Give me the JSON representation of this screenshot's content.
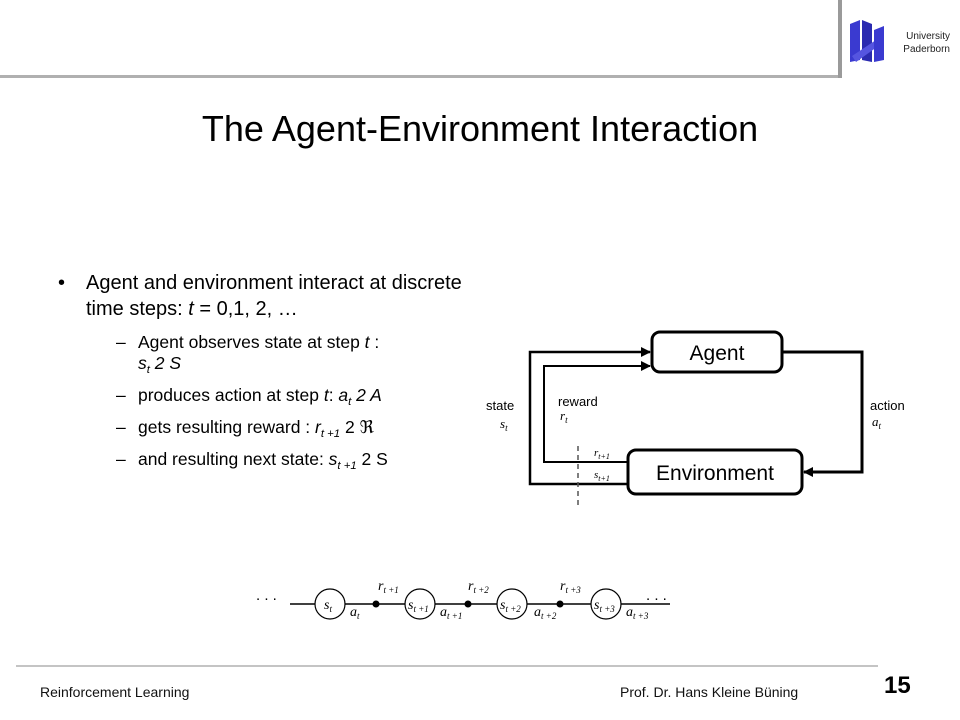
{
  "header": {
    "university_line1": "University",
    "university_line2": "Paderborn",
    "logo_icon": "university-paderborn-logo-icon",
    "logo_color": "#3a3ad0"
  },
  "title": "The Agent-Environment Interaction",
  "bullets": {
    "main_text": "Agent and environment interact at discrete time steps: ",
    "main_t": "t",
    "main_eq": " = 0,1, 2, …",
    "items": [
      {
        "text": "Agent observes state at step ",
        "var": "t",
        "after": " :",
        "sym": "s",
        "sub": "t",
        "rest": " 2 S"
      },
      {
        "text": "produces action at step ",
        "var": "t",
        "after": ": ",
        "sym": "a",
        "sub": "t",
        "rest": " 2 A"
      },
      {
        "text": "gets resulting reward : ",
        "sym": "r",
        "sub": "t +1",
        "rest": " 2 ℜ"
      },
      {
        "text": "and resulting next state: ",
        "sym": "s",
        "sub": "t +1",
        "rest": " 2 S"
      }
    ]
  },
  "diagram": {
    "agent": "Agent",
    "environment": "Environment",
    "state": "state",
    "state_sym": "s",
    "state_sub": "t",
    "reward": "reward",
    "reward_sym": "r",
    "reward_sub": "t",
    "action": "action",
    "action_sym": "a",
    "action_sub": "t",
    "r_next_sym": "r",
    "r_next_sub": "t+1",
    "s_next_sym": "s",
    "s_next_sub": "t+1"
  },
  "sequence": {
    "ellipsis": ". . .",
    "states": [
      {
        "sym": "s",
        "sub": "t"
      },
      {
        "sym": "s",
        "sub": "t +1"
      },
      {
        "sym": "s",
        "sub": "t +2"
      },
      {
        "sym": "s",
        "sub": "t +3"
      }
    ],
    "actions": [
      {
        "sym": "a",
        "sub": "t"
      },
      {
        "sym": "a",
        "sub": "t +1"
      },
      {
        "sym": "a",
        "sub": "t +2"
      },
      {
        "sym": "a",
        "sub": "t +3"
      }
    ],
    "rewards": [
      {
        "sym": "r",
        "sub": "t +1"
      },
      {
        "sym": "r",
        "sub": "t +2"
      },
      {
        "sym": "r",
        "sub": "t +3"
      }
    ]
  },
  "footer": {
    "left": "Reinforcement Learning",
    "right": "Prof. Dr. Hans Kleine Büning",
    "page": "15"
  }
}
